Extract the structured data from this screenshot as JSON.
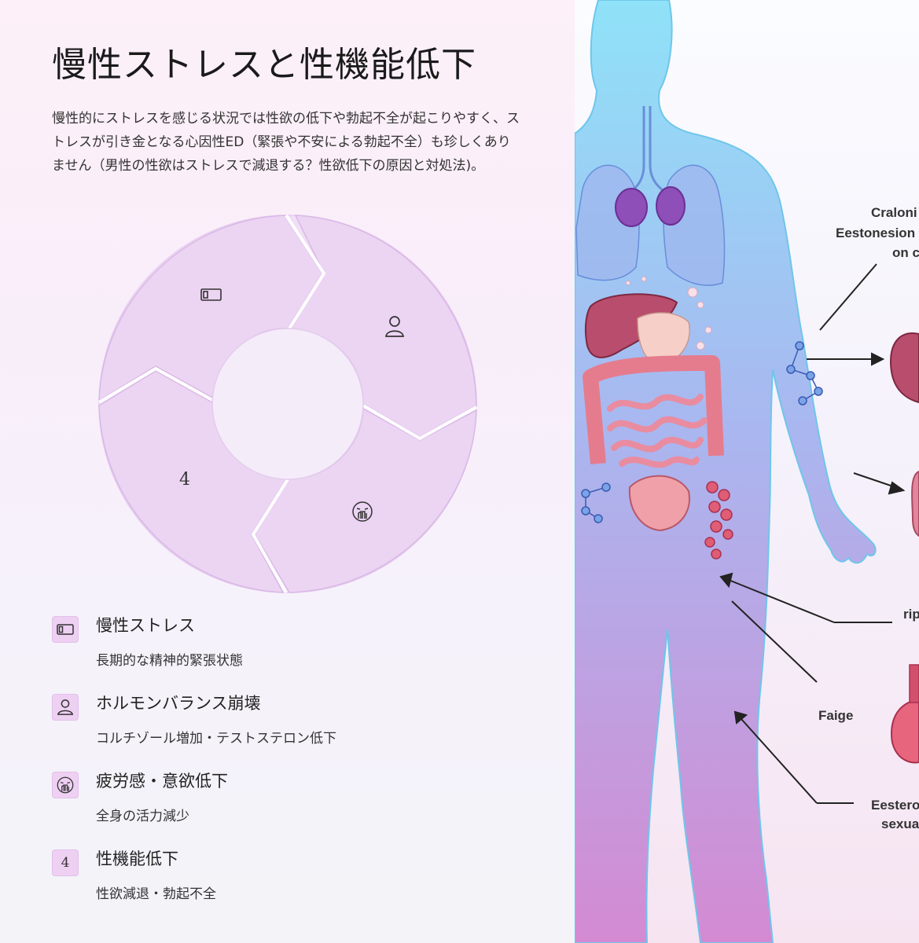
{
  "title": "慢性ストレスと性機能低下",
  "intro": "慢性的にストレスを感じる状況では性欲の低下や勃起不全が起こりやすく、ストレスが引き金となる心因性ED（緊張や不安による勃起不全）も珍しくありません（男性の性欲はストレスで減退する？性欲低下の原因と対処法)。",
  "cycle": {
    "step4_label": "4",
    "icons": [
      "battery-low-icon",
      "person-icon",
      "tired-face-icon"
    ]
  },
  "steps": [
    {
      "icon": "battery-low-icon",
      "title": "慢性ストレス",
      "desc": "長期的な精神的緊張状態"
    },
    {
      "icon": "person-icon",
      "title": "ホルモンバランス崩壊",
      "desc": "コルチゾール増加・テストステロン低下"
    },
    {
      "icon": "tired-face-icon",
      "title": "疲労感・意欲低下",
      "desc": "全身の活力減少"
    },
    {
      "icon": "number-4",
      "label": "4",
      "title": "性機能低下",
      "desc": "性欲減退・勃起不全"
    }
  ],
  "illustration": {
    "labels": [
      "Craloni",
      "Eestonesion",
      "on c",
      "rip",
      "Faige",
      "Eestero",
      "sexua"
    ]
  },
  "colors": {
    "segment_fill": "#ecd4f3",
    "segment_stroke": "#dab7e6",
    "icon_box": "#eed0f3",
    "body_top": "#8fe2f8",
    "body_bottom": "#c78ad9"
  }
}
